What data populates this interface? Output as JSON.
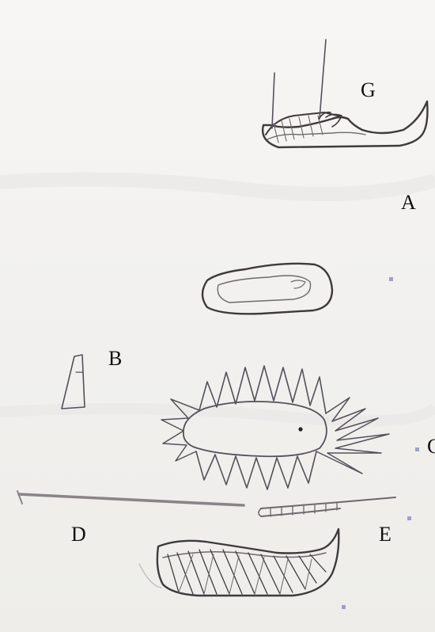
{
  "figure": {
    "labels": {
      "g": "G",
      "a": "A",
      "b": "B",
      "c": "C",
      "d": "D",
      "e": "E"
    }
  },
  "colors": {
    "paper": "#f4f3f1",
    "ink": "#3f3a3d",
    "ink_light": "#8a8488",
    "speck": "#9fa0c8"
  }
}
